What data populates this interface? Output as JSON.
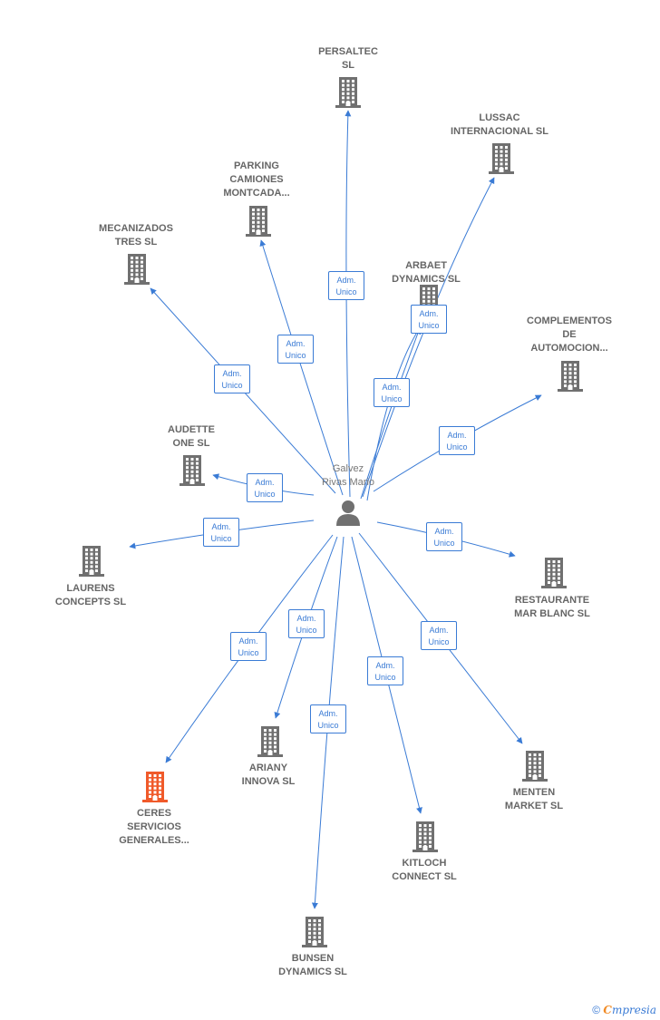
{
  "center": {
    "label": "Galvez\nRivas Mario"
  },
  "colors": {
    "edge": "#3a7bd5",
    "building": "#707070",
    "building_highlight": "#f05a2a"
  },
  "nodes": [
    {
      "id": "persaltec",
      "label": "PERSALTEC\nSL",
      "edge_label": "Adm.\nUnico"
    },
    {
      "id": "lussac",
      "label": "LUSSAC\nINTERNACIONAL SL",
      "edge_label": "Adm.\nUnico"
    },
    {
      "id": "parking",
      "label": "PARKING\nCAMIONES\nMONTCADA...",
      "edge_label": "Adm.\nUnico"
    },
    {
      "id": "mecanizados",
      "label": "MECANIZADOS\nTRES SL",
      "edge_label": "Adm.\nUnico"
    },
    {
      "id": "arbaet",
      "label": "ARBAET\nDYNAMICS SL",
      "edge_label": "Adm.\nUnico"
    },
    {
      "id": "complementos",
      "label": "COMPLEMENTOS\nDE\nAUTOMOCION...",
      "edge_label": "Adm.\nUnico"
    },
    {
      "id": "audette",
      "label": "AUDETTE\nONE SL",
      "edge_label": "Adm.\nUnico"
    },
    {
      "id": "laurens",
      "label": "LAURENS\nCONCEPTS SL",
      "edge_label": "Adm.\nUnico"
    },
    {
      "id": "restaurante",
      "label": "RESTAURANTE\nMAR BLANC SL",
      "edge_label": "Adm.\nUnico"
    },
    {
      "id": "ceres",
      "label": "CERES\nSERVICIOS\nGENERALES...",
      "edge_label": "Adm.\nUnico",
      "highlight": true
    },
    {
      "id": "ariany",
      "label": "ARIANY\nINNOVA SL",
      "edge_label": "Adm.\nUnico"
    },
    {
      "id": "kitloch",
      "label": "KITLOCH\nCONNECT SL",
      "edge_label": "Adm.\nUnico"
    },
    {
      "id": "menten",
      "label": "MENTEN\nMARKET SL",
      "edge_label": "Adm.\nUnico"
    },
    {
      "id": "bunsen",
      "label": "BUNSEN\nDYNAMICS SL",
      "edge_label": "Adm.\nUnico"
    }
  ],
  "extra_edge_label": "Adm.\nUnico",
  "footer": {
    "copyright": "©",
    "brand_first": "C",
    "brand_rest": "mpresia"
  }
}
